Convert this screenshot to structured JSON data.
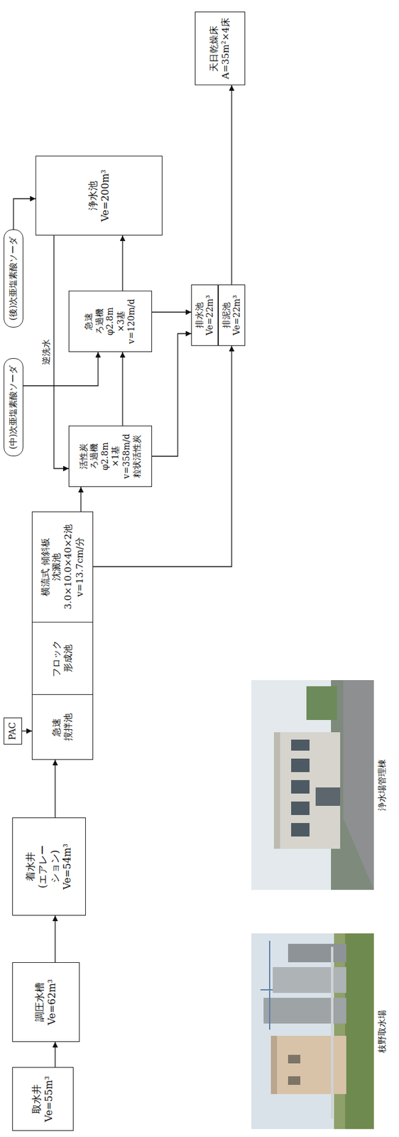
{
  "diagram": {
    "nodes": [
      {
        "text": [
          "取水井",
          "Ve=55m³"
        ]
      },
      {
        "text": [
          "調圧水槽",
          "Ve=62m³"
        ]
      },
      {
        "text": [
          "着水井",
          "(エアレーション)",
          "Ve=54m³"
        ]
      },
      {
        "text": [
          "PAC"
        ]
      },
      {
        "text": [
          "急速 撹拌池"
        ]
      },
      {
        "text": [
          "フロック 形成池"
        ]
      },
      {
        "text": [
          "横流式 傾斜板沈澱池",
          "3.0×10.0×40×2池",
          "v=13.7cm/分"
        ]
      },
      {
        "text": [
          "(中)次亜塩素酸ソーダ"
        ]
      },
      {
        "text": [
          "活性炭 ろ過機",
          "φ2.8m ×1基",
          "v=358m/d",
          "粒状活性炭"
        ]
      },
      {
        "text": [
          "(後)次亜塩素酸ソーダ"
        ]
      },
      {
        "text": [
          "急速 ろ過機",
          "φ2.8m ×3基",
          "v=120m/d"
        ]
      },
      {
        "text": [
          "浄水池",
          "Ve=200m³"
        ]
      },
      {
        "text": [
          "排水池",
          "Ve=22m³"
        ]
      },
      {
        "text": [
          "排泥池",
          "Ve=22m³"
        ]
      },
      {
        "text": [
          "天日乾燥床",
          "A=35m²×4床"
        ]
      }
    ],
    "edges": [
      {
        "from": 0,
        "to": 1,
        "arrow": "to"
      },
      {
        "from": 1,
        "to": 2,
        "arrow": "to"
      },
      {
        "from": 2,
        "to": 4,
        "arrow": "to"
      },
      {
        "from": 3,
        "to": 4,
        "arrow": "to"
      },
      {
        "from": 6,
        "to": 8,
        "arrow": "to"
      },
      {
        "from": 8,
        "to": 10,
        "arrow": "to"
      },
      {
        "from": 7,
        "to": 10,
        "arrow": "to"
      },
      {
        "from": 10,
        "to": 11,
        "arrow": "to"
      },
      {
        "from": 9,
        "to": 11,
        "arrow": "to"
      },
      {
        "from": 11,
        "to": 8,
        "label": "逆洗水",
        "arrow": "to"
      },
      {
        "from": 8,
        "to": 12,
        "arrow": "to"
      },
      {
        "from": 10,
        "to": 12,
        "arrow": "to"
      },
      {
        "from": 6,
        "to": 13,
        "arrow": "to"
      },
      {
        "from": 13,
        "to": 14,
        "arrow": "to"
      }
    ],
    "labels": [
      "枝野取水場",
      "浄水場管理棟"
    ]
  }
}
